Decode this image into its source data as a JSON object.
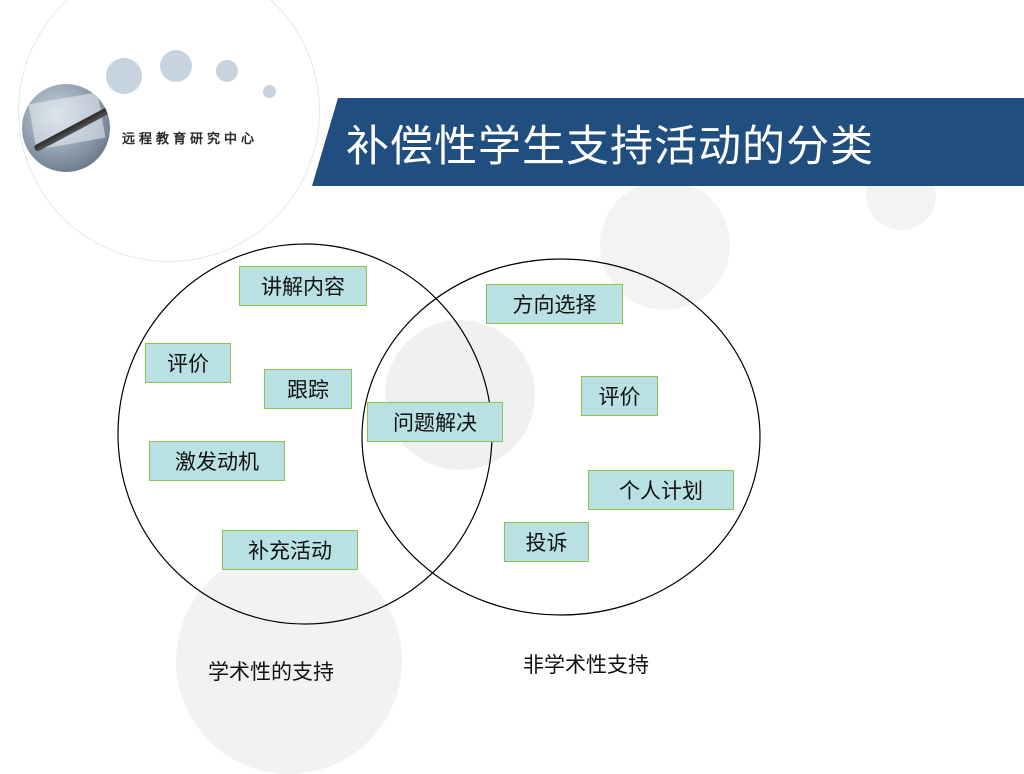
{
  "header": {
    "org_name": "远程教育研究中心",
    "title": "补偿性学生支持活动的分类"
  },
  "diagram": {
    "sets": [
      {
        "label": "学术性的支持"
      },
      {
        "label": "非学术性支持"
      }
    ],
    "items": {
      "lecture": "讲解内容",
      "evaluate_left": "评价",
      "tracking": "跟踪",
      "motivate": "激发动机",
      "supplement": "补充活动",
      "problem_solving": "问题解决",
      "direction": "方向选择",
      "evaluate_right": "评价",
      "personal_plan": "个人计划",
      "complaint": "投诉"
    }
  },
  "colors": {
    "banner": "#1f4e7f",
    "tag_fill": "#b9e0e3",
    "tag_border": "#8fc44c"
  }
}
